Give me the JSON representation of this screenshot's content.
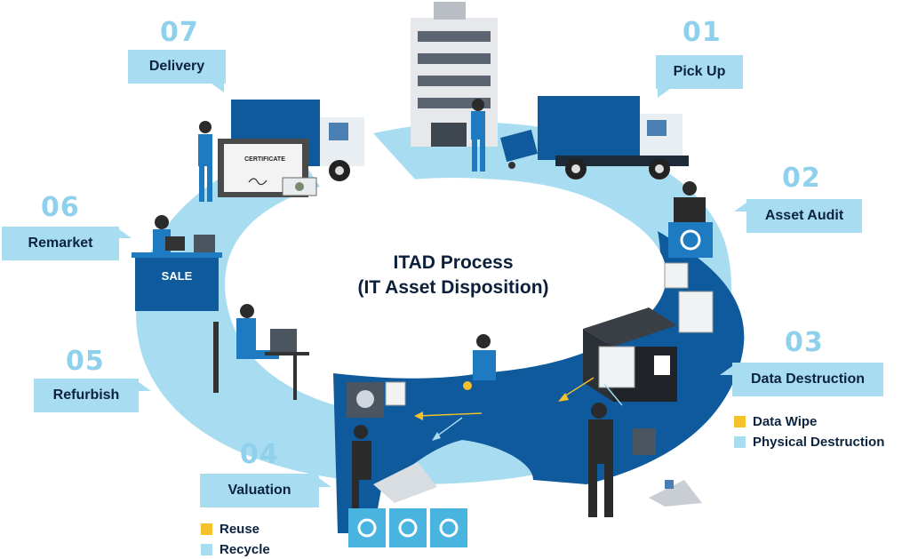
{
  "title": {
    "line1": "ITAD Process",
    "line2": "(IT Asset Disposition)"
  },
  "steps": [
    {
      "num": "01",
      "label": "Pick Up"
    },
    {
      "num": "02",
      "label": "Asset Audit"
    },
    {
      "num": "03",
      "label": "Data Destruction"
    },
    {
      "num": "04",
      "label": "Valuation"
    },
    {
      "num": "05",
      "label": "Refurbish"
    },
    {
      "num": "06",
      "label": "Remarket"
    },
    {
      "num": "07",
      "label": "Delivery"
    }
  ],
  "data_destruction_legend": [
    {
      "label": "Data Wipe",
      "color": "#f5c12a"
    },
    {
      "label": "Physical Destruction",
      "color": "#a8dcf1"
    }
  ],
  "valuation_legend": [
    {
      "label": "Reuse",
      "color": "#f5c12a"
    },
    {
      "label": "Recycle",
      "color": "#a8dcf1"
    }
  ],
  "sale_sign": "SALE",
  "certificate_text": "CERTIFICATE",
  "colors": {
    "ring_light": "#a8dcf1",
    "ring_dark": "#0e5a9c",
    "number": "#8fd0ec",
    "callout": "#a8dcf1",
    "text_dark": "#0c2340",
    "accent_yellow": "#f5c12a"
  }
}
